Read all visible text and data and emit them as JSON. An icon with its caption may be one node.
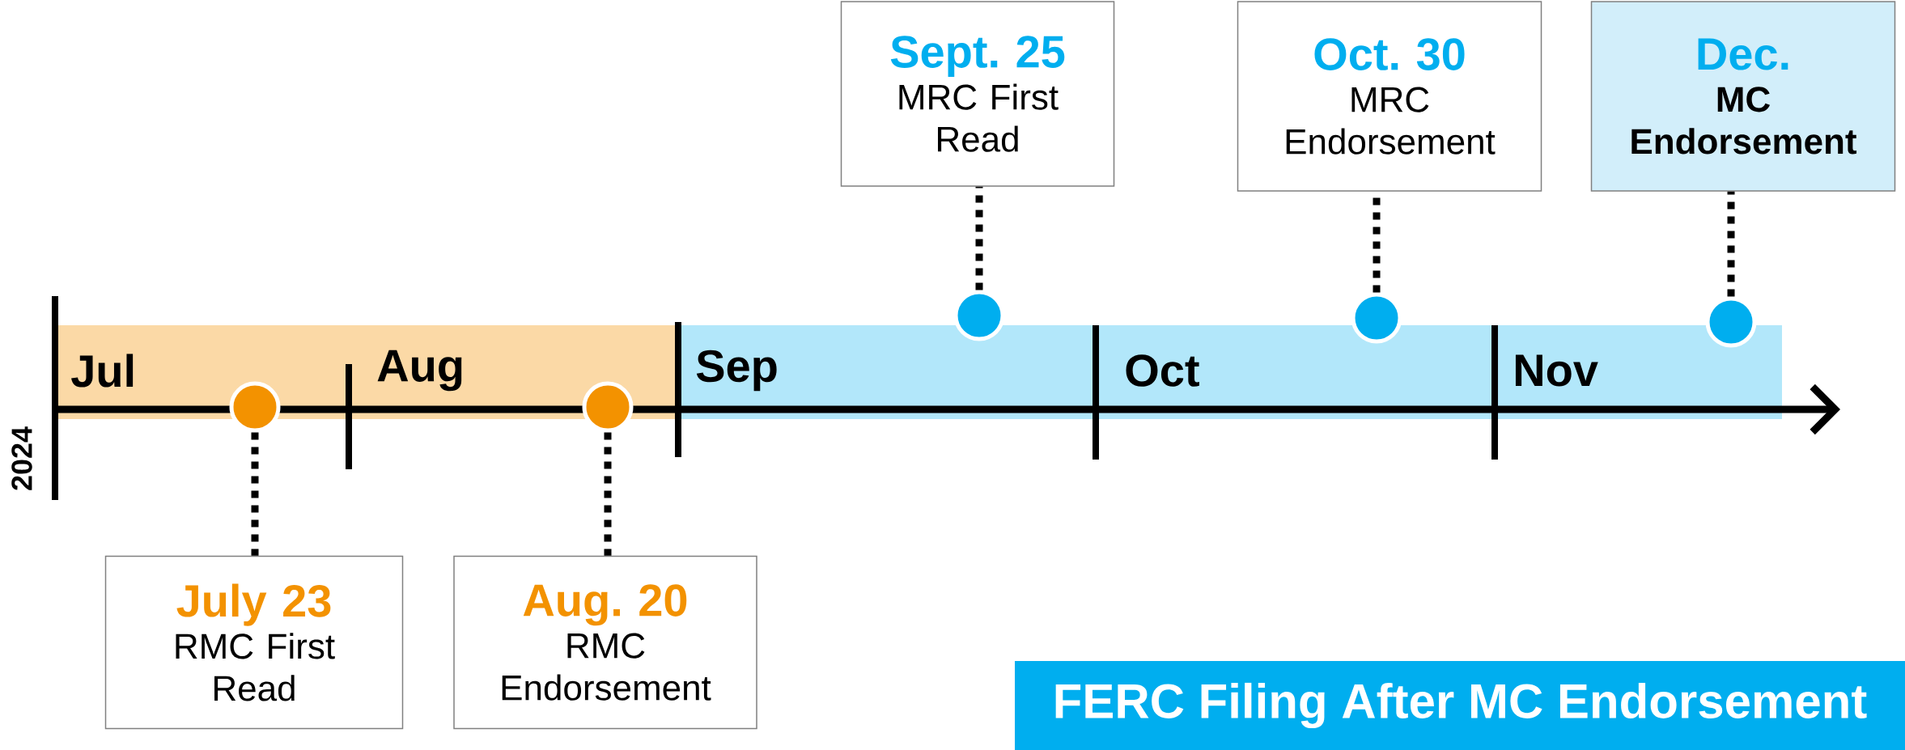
{
  "diagram": {
    "nodes": [
      {
        "text": [
          "Sept. 25",
          "MRC First Read"
        ]
      },
      {
        "text": [
          "Oct. 30",
          "MRC Endorsement"
        ]
      },
      {
        "text": [
          "Dec.",
          "MC Endorsement"
        ]
      },
      {
        "text": [],
        "shape": "circle"
      },
      {
        "text": [],
        "shape": "circle"
      },
      {
        "text": [],
        "shape": "circle"
      },
      {
        "text": [],
        "shape": "circle"
      },
      {
        "text": [],
        "shape": "circle"
      },
      {
        "text": [
          "July 23",
          "RMC First Read"
        ]
      },
      {
        "text": [
          "Aug. 20",
          "RMC Endorsement"
        ]
      },
      {
        "text": [
          "FERC Filing After MC Endorsement"
        ]
      }
    ],
    "edges": [
      {
        "from": 3,
        "to": 0,
        "arrow": "none"
      },
      {
        "from": 4,
        "to": 1,
        "arrow": "none"
      },
      {
        "from": 5,
        "to": 2,
        "arrow": "none"
      },
      {
        "from": 6,
        "to": 8,
        "arrow": "none"
      },
      {
        "from": 7,
        "to": 9,
        "arrow": "none"
      }
    ],
    "labels": [
      "Jul",
      "Aug",
      "Sep",
      "Oct",
      "Nov",
      "2024"
    ]
  }
}
